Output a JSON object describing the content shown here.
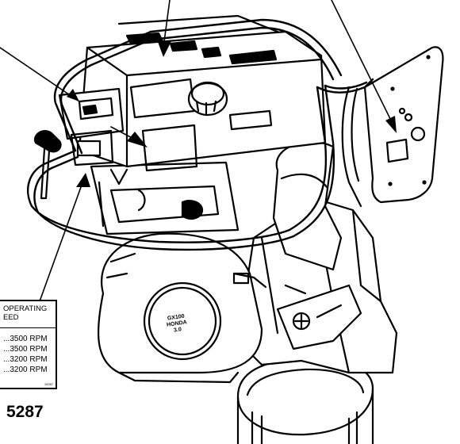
{
  "label": {
    "header_line1": "OPERATING",
    "header_line2": "EED",
    "rows": [
      "...3500 RPM",
      "...3500 RPM",
      "...3200 RPM",
      "...3200 RPM"
    ],
    "code": "15287"
  },
  "figure_number": "5287",
  "engine_badge": {
    "line1": "GX100",
    "line2": "HONDA",
    "line3": "3.0"
  }
}
